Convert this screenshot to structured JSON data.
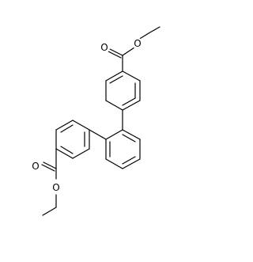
{
  "molecule": {
    "atom_labels": {
      "o_carbonyl_top": "O",
      "o_ester_top": "O",
      "o_carbonyl_bottom": "O",
      "o_ester_bottom": "O"
    }
  }
}
